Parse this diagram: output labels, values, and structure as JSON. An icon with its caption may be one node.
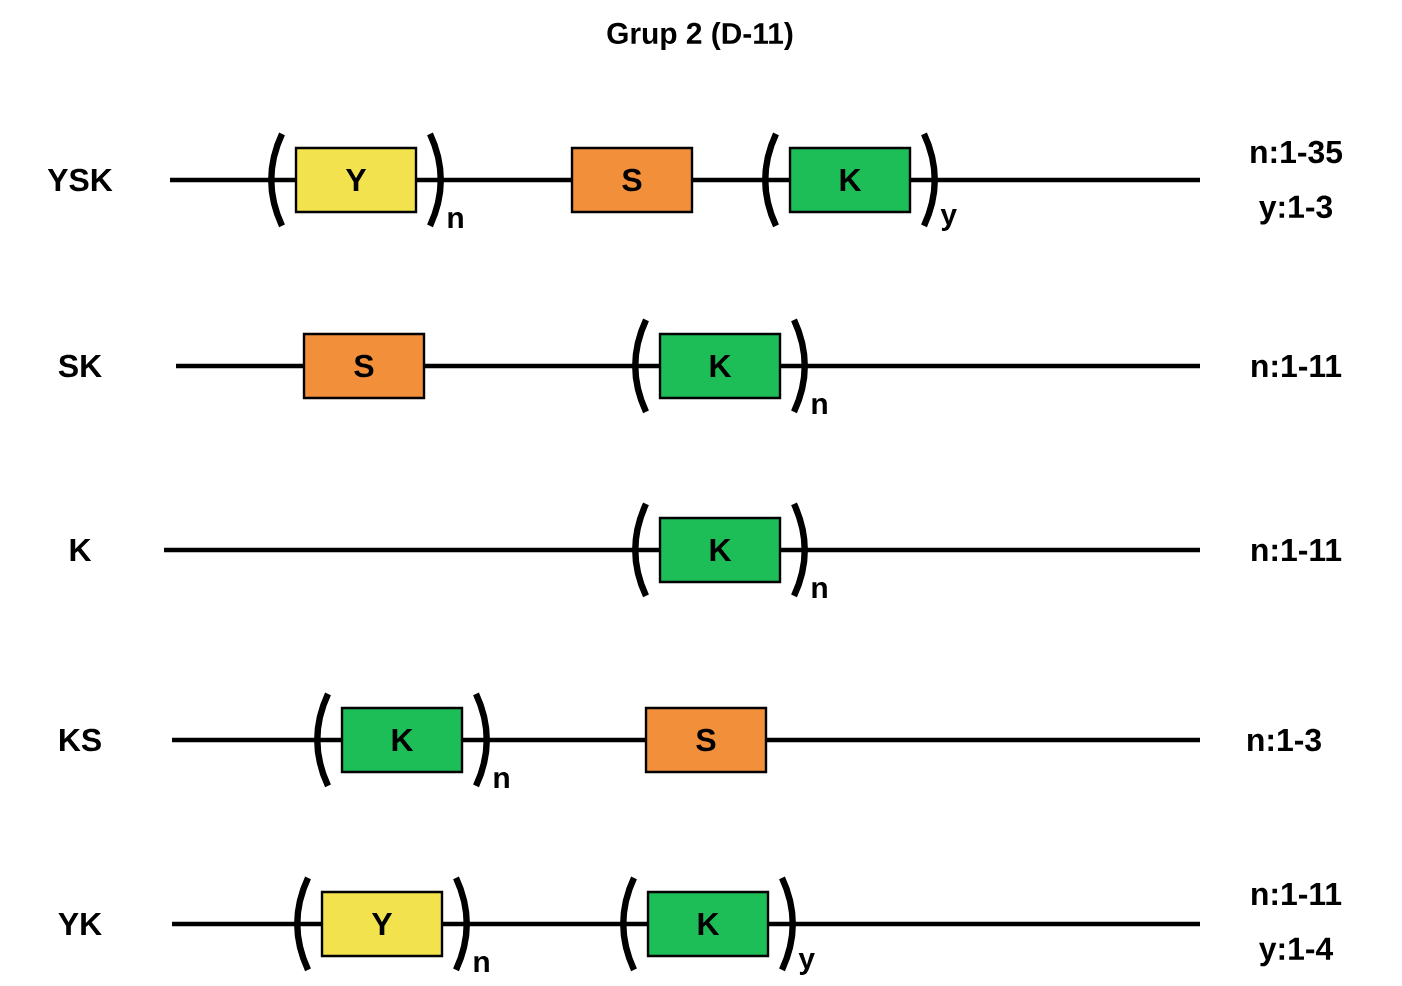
{
  "diagram": {
    "title": "Grup 2 (D-11)",
    "nodes": [
      {
        "text": [
          "Y"
        ],
        "beside": [
          "n"
        ]
      },
      {
        "text": [
          "S"
        ]
      },
      {
        "text": [
          "K"
        ],
        "beside": [
          "y"
        ]
      },
      {
        "text": [
          "S"
        ]
      },
      {
        "text": [
          "K"
        ],
        "beside": [
          "n"
        ]
      },
      {
        "text": [
          "K"
        ],
        "beside": [
          "n"
        ]
      },
      {
        "text": [
          "K"
        ],
        "beside": [
          "n"
        ]
      },
      {
        "text": [
          "S"
        ]
      },
      {
        "text": [
          "Y"
        ],
        "beside": [
          "n"
        ]
      },
      {
        "text": [
          "K"
        ],
        "beside": [
          "y"
        ]
      }
    ],
    "labels": [
      "YSK",
      "n:1-35",
      "y:1-3",
      "SK",
      "n:1-11",
      "K",
      "n:1-11",
      "KS",
      "n:1-3",
      "YK",
      "n:1-11",
      "y:1-4"
    ]
  }
}
